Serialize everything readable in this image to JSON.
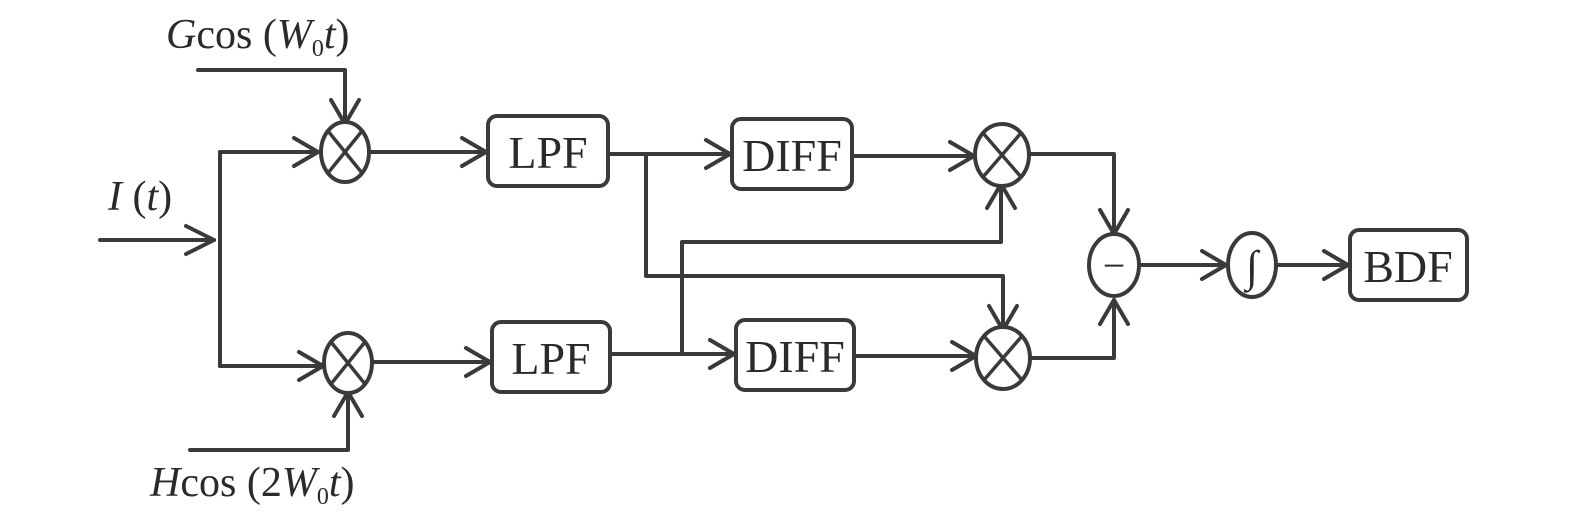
{
  "inputs": {
    "signal_main": "I",
    "signal_arg": "t",
    "ref1_coef": "G",
    "ref1_func": "cos",
    "ref1_var": "W",
    "ref1_sub": "0",
    "ref1_t": "t",
    "ref2_coef": "H",
    "ref2_func": "cos",
    "ref2_two": "2",
    "ref2_var": "W",
    "ref2_sub": "0",
    "ref2_t": "t"
  },
  "blocks": {
    "lpf_top": "LPF",
    "lpf_bottom": "LPF",
    "diff_top": "DIFF",
    "diff_bottom": "DIFF",
    "output": "BDF"
  },
  "operators": {
    "subtract": "−",
    "integrate": "∫",
    "multiply": "multiply-icon"
  },
  "colors": {
    "line": "#3a3a3a",
    "text": "#2a2a2a",
    "background": "#ffffff"
  }
}
